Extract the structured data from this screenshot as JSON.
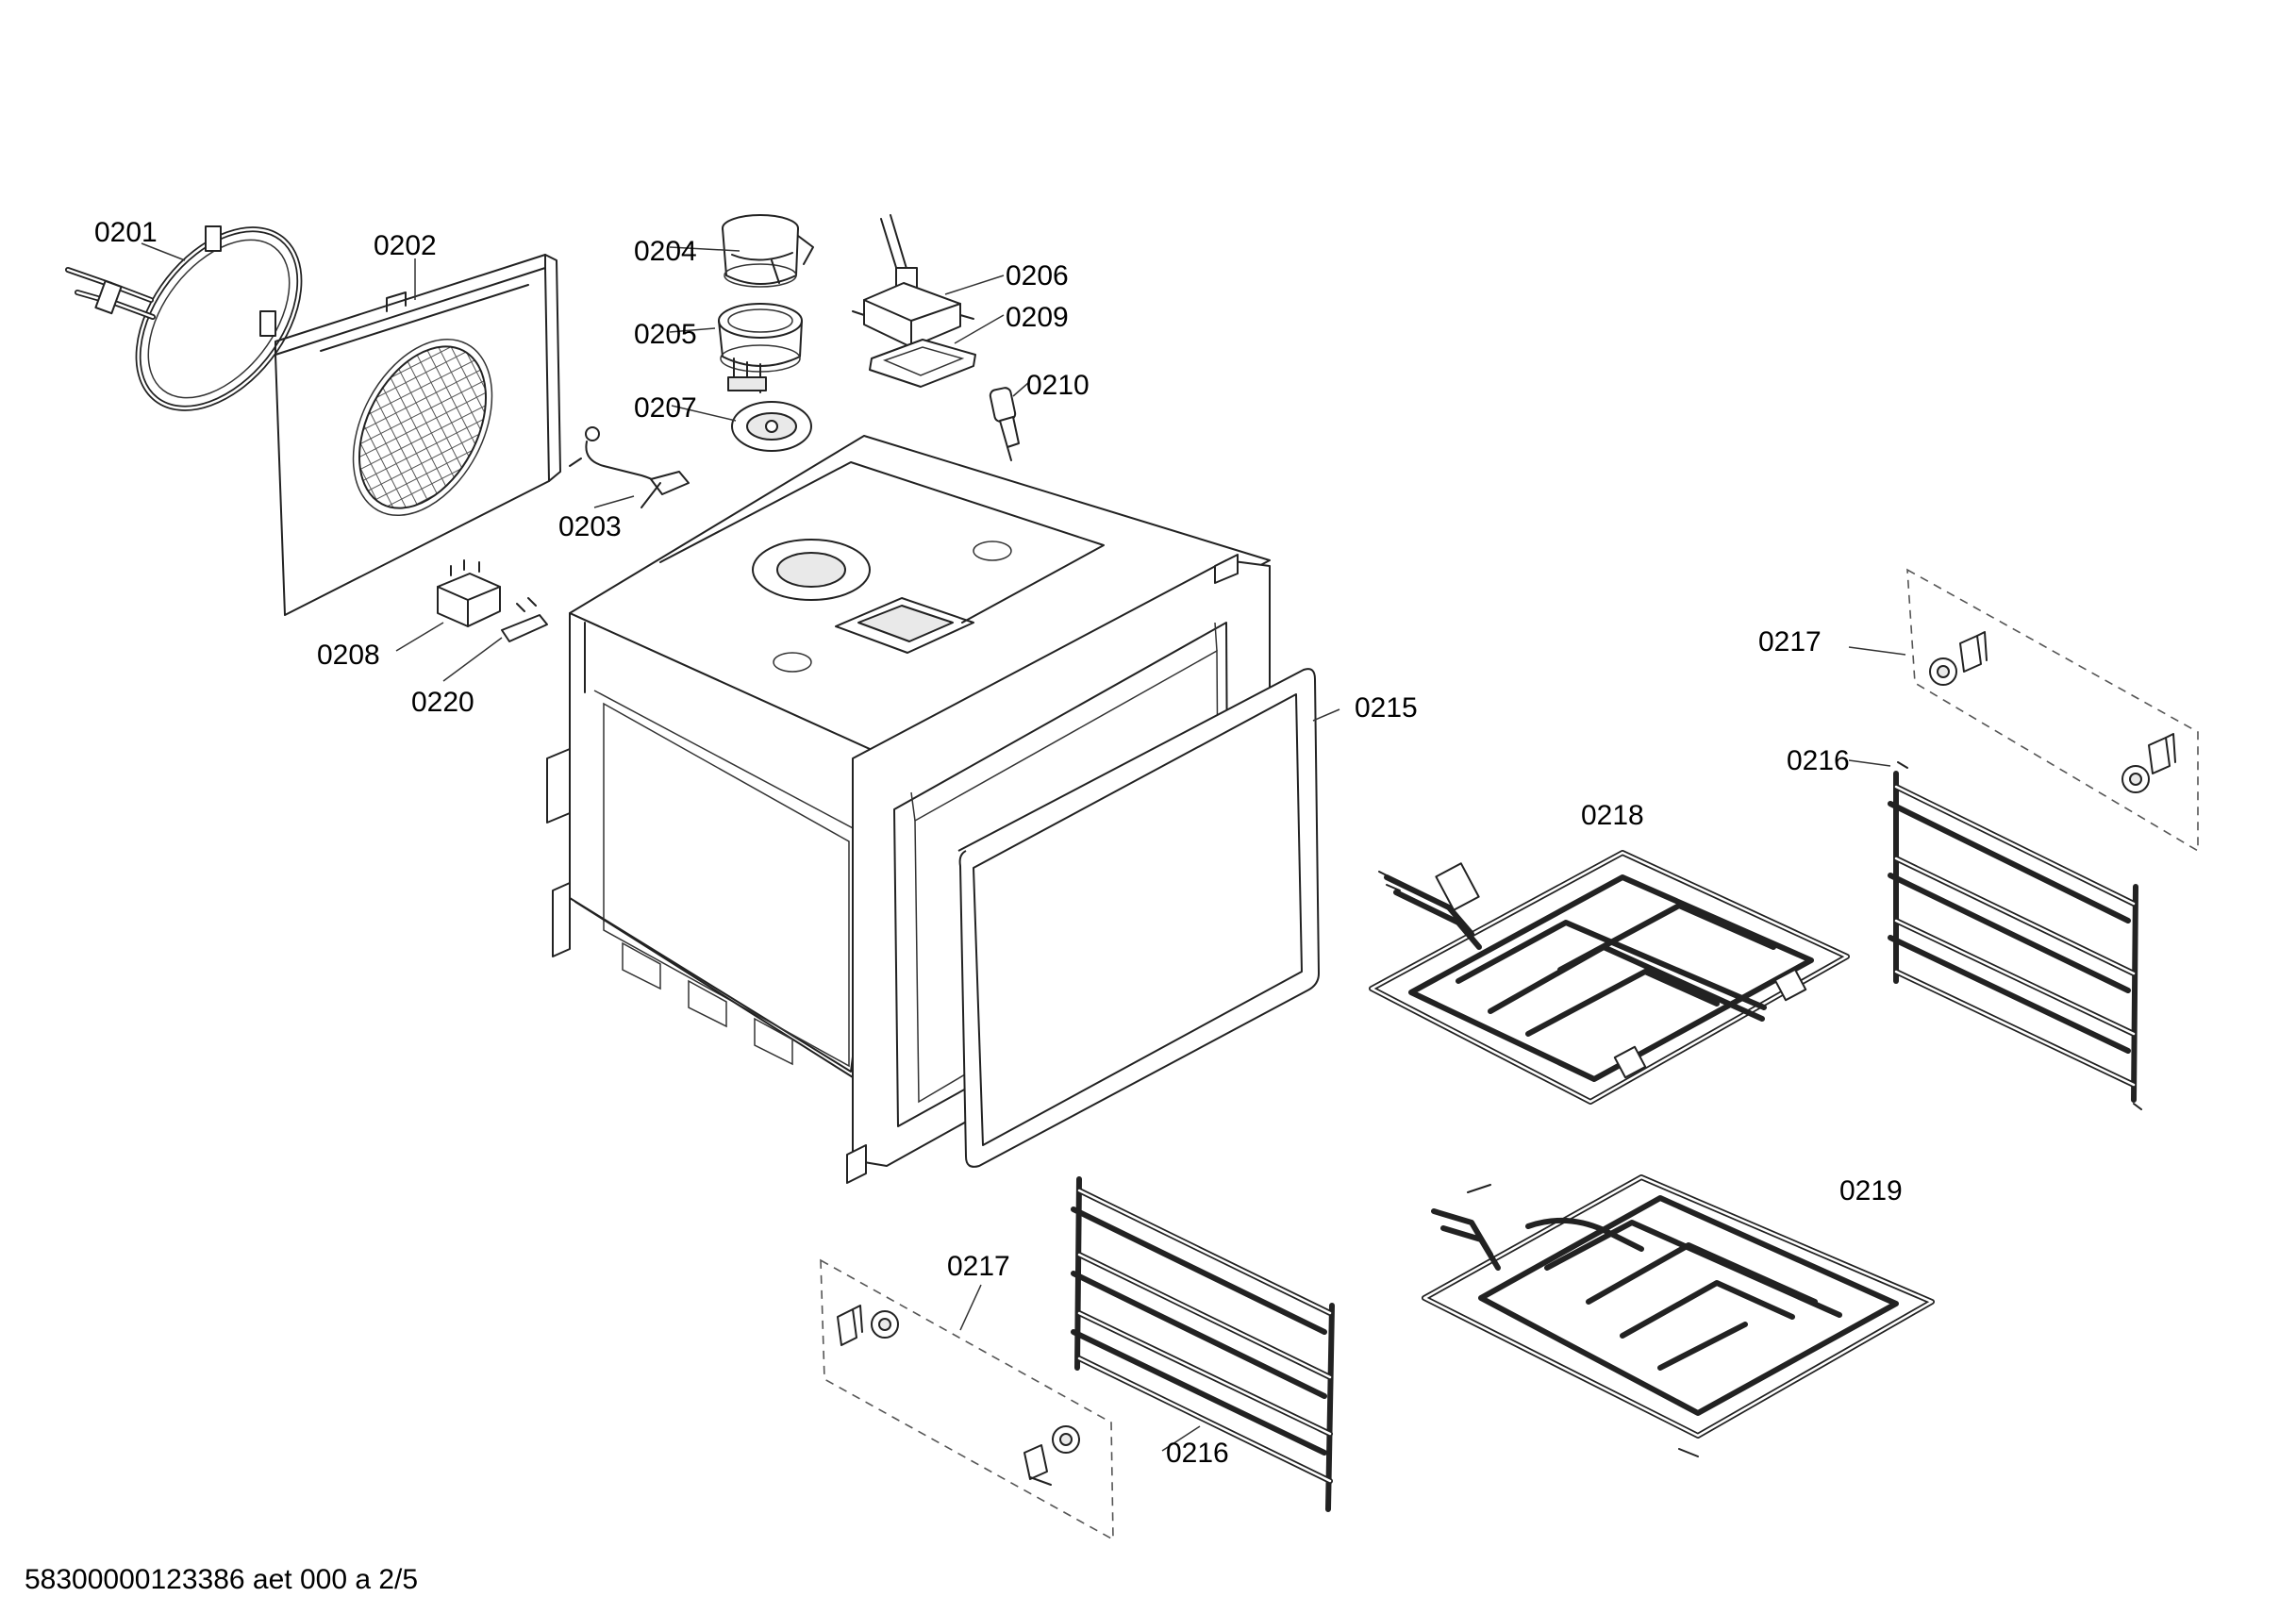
{
  "labels": {
    "p0201": "0201",
    "p0202": "0202",
    "p0203": "0203",
    "p0204": "0204",
    "p0205": "0205",
    "p0206": "0206",
    "p0207": "0207",
    "p0208": "0208",
    "p0209": "0209",
    "p0210": "0210",
    "p0215": "0215",
    "p0216": "0216",
    "p0217": "0217",
    "p0218": "0218",
    "p0219": "0219",
    "p0220": "0220"
  },
  "footer": {
    "document_id": "58300000123386 aet 000 a 2/5"
  }
}
